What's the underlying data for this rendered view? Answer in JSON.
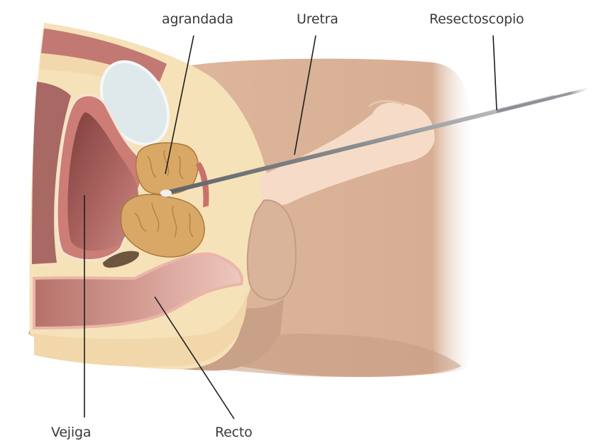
{
  "diagram": {
    "type": "anatomical-illustration",
    "subject": "Transurethral resection of the prostate",
    "labels": {
      "prostate": "agrandada",
      "urethra": "Uretra",
      "resectoscope": "Resectoscopio",
      "bladder": "Vejiga",
      "rectum": "Recto"
    },
    "colors": {
      "skin_light": "#f7dcc6",
      "skin_mid": "#dcb59a",
      "skin_dark": "#b88f78",
      "fat": "#f6e2b8",
      "muscle": "#c87a72",
      "bladder_inner": "#a85e5a",
      "prostate": "#d9a866",
      "bone": "#dfe9ec",
      "instrument": "#8c8f93",
      "leader_line": "#1e1e1e",
      "label_text": "#3a3a3a"
    }
  }
}
